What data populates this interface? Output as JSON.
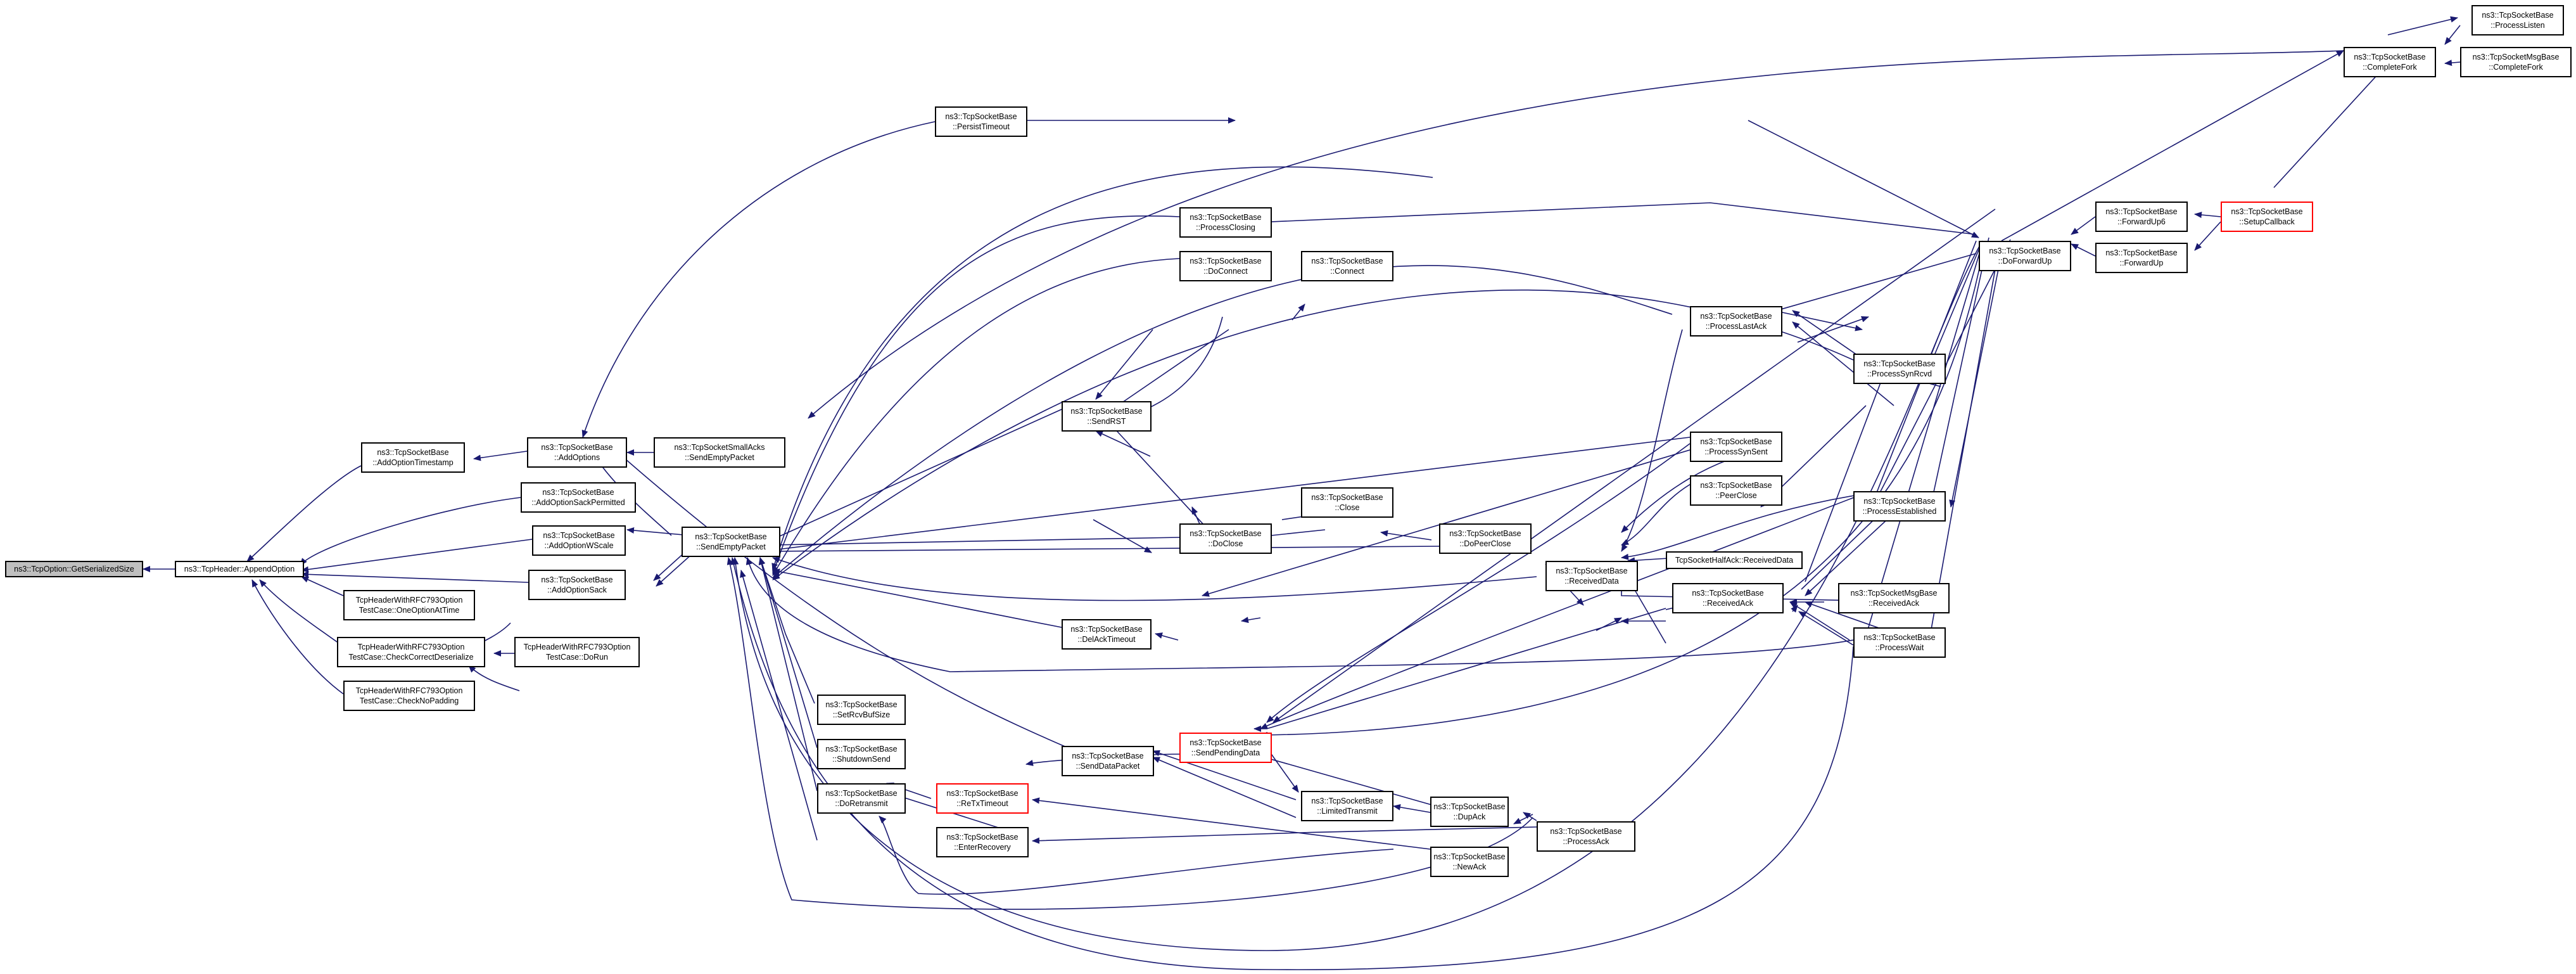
{
  "nodes": {
    "n0": {
      "l1": "ns3::TcpOption::GetSerializedSize",
      "l2": ""
    },
    "n1": {
      "l1": "ns3::TcpHeader::AppendOption",
      "l2": ""
    },
    "n2": {
      "l1": "ns3::TcpSocketBase",
      "l2": "::AddOptionTimestamp"
    },
    "n3": {
      "l1": "ns3::TcpSocketBase",
      "l2": "::AddOptionSackPermitted"
    },
    "n4": {
      "l1": "ns3::TcpSocketBase",
      "l2": "::AddOptionWScale"
    },
    "n5": {
      "l1": "ns3::TcpSocketBase",
      "l2": "::AddOptionSack"
    },
    "n6": {
      "l1": "TcpHeaderWithRFC793Option",
      "l2": "TestCase::OneOptionAtTime"
    },
    "n7": {
      "l1": "TcpHeaderWithRFC793Option",
      "l2": "TestCase::CheckCorrectDeserialize"
    },
    "n8": {
      "l1": "TcpHeaderWithRFC793Option",
      "l2": "TestCase::CheckNoPadding"
    },
    "n9": {
      "l1": "TcpHeaderWithRFC793Option",
      "l2": "TestCase::DoRun"
    },
    "n10": {
      "l1": "ns3::TcpSocketBase",
      "l2": "::AddOptions"
    },
    "n11": {
      "l1": "ns3::TcpSocketSmallAcks",
      "l2": "::SendEmptyPacket"
    },
    "n12": {
      "l1": "ns3::TcpSocketBase",
      "l2": "::SendEmptyPacket"
    },
    "n13": {
      "l1": "ns3::TcpSocketBase",
      "l2": "::PersistTimeout"
    },
    "n14": {
      "l1": "ns3::TcpSocketBase",
      "l2": "::SendRST"
    },
    "n15": {
      "l1": "ns3::TcpSocketBase",
      "l2": "::DelAckTimeout"
    },
    "n16": {
      "l1": "ns3::TcpSocketBase",
      "l2": "::SetRcvBufSize"
    },
    "n17": {
      "l1": "ns3::TcpSocketBase",
      "l2": "::ShutdownSend"
    },
    "n18": {
      "l1": "ns3::TcpSocketBase",
      "l2": "::DoRetransmit"
    },
    "n19": {
      "l1": "ns3::TcpSocketBase",
      "l2": "::ReTxTimeout"
    },
    "n20": {
      "l1": "ns3::TcpSocketBase",
      "l2": "::EnterRecovery"
    },
    "n21": {
      "l1": "ns3::TcpSocketBase",
      "l2": "::SendDataPacket"
    },
    "n22": {
      "l1": "ns3::TcpSocketBase",
      "l2": "::ProcessClosing"
    },
    "n23": {
      "l1": "ns3::TcpSocketBase",
      "l2": "::DoConnect"
    },
    "n24": {
      "l1": "ns3::TcpSocketBase",
      "l2": "::Connect"
    },
    "n25": {
      "l1": "ns3::TcpSocketBase",
      "l2": "::DoClose"
    },
    "n26": {
      "l1": "ns3::TcpSocketBase",
      "l2": "::Close"
    },
    "n27": {
      "l1": "ns3::TcpSocketBase",
      "l2": "::DoPeerClose"
    },
    "n28": {
      "l1": "ns3::TcpSocketBase",
      "l2": "::SendPendingData"
    },
    "n29": {
      "l1": "ns3::TcpSocketBase",
      "l2": "::LimitedTransmit"
    },
    "n30": {
      "l1": "ns3::TcpSocketBase",
      "l2": "::DupAck"
    },
    "n31": {
      "l1": "ns3::TcpSocketBase",
      "l2": "::NewAck"
    },
    "n32": {
      "l1": "ns3::TcpSocketBase",
      "l2": "::ProcessAck"
    },
    "n33": {
      "l1": "ns3::TcpSocketBase",
      "l2": "::ReceivedData"
    },
    "n34": {
      "l1": "ns3::TcpSocketBase",
      "l2": "::ProcessLastAck"
    },
    "n35": {
      "l1": "ns3::TcpSocketBase",
      "l2": "::ProcessSynSent"
    },
    "n36": {
      "l1": "ns3::TcpSocketBase",
      "l2": "::PeerClose"
    },
    "n37": {
      "l1": "TcpSocketHalfAck::ReceivedData",
      "l2": ""
    },
    "n38": {
      "l1": "ns3::TcpSocketBase",
      "l2": "::ReceivedAck"
    },
    "n39": {
      "l1": "ns3::TcpSocketBase",
      "l2": "::ProcessSynRcvd"
    },
    "n40": {
      "l1": "ns3::TcpSocketBase",
      "l2": "::ProcessEstablished"
    },
    "n41": {
      "l1": "ns3::TcpSocketBase",
      "l2": "::ProcessWait"
    },
    "n42": {
      "l1": "ns3::TcpSocketMsgBase",
      "l2": "::ReceivedAck"
    },
    "n43": {
      "l1": "ns3::TcpSocketBase",
      "l2": "::DoForwardUp"
    },
    "n44": {
      "l1": "ns3::TcpSocketBase",
      "l2": "::ForwardUp6"
    },
    "n45": {
      "l1": "ns3::TcpSocketBase",
      "l2": "::ForwardUp"
    },
    "n46": {
      "l1": "ns3::TcpSocketBase",
      "l2": "::SetupCallback"
    },
    "n47": {
      "l1": "ns3::TcpSocketBase",
      "l2": "::CompleteFork"
    },
    "n48": {
      "l1": "ns3::TcpSocketBase",
      "l2": "::ProcessListen"
    },
    "n49": {
      "l1": "ns3::TcpSocketMsgBase",
      "l2": "::CompleteFork"
    }
  },
  "colors": {
    "edge": "#191970",
    "border": "#000000",
    "root_fill": "#bfbfbf",
    "highlight_border": "#ff0000"
  }
}
